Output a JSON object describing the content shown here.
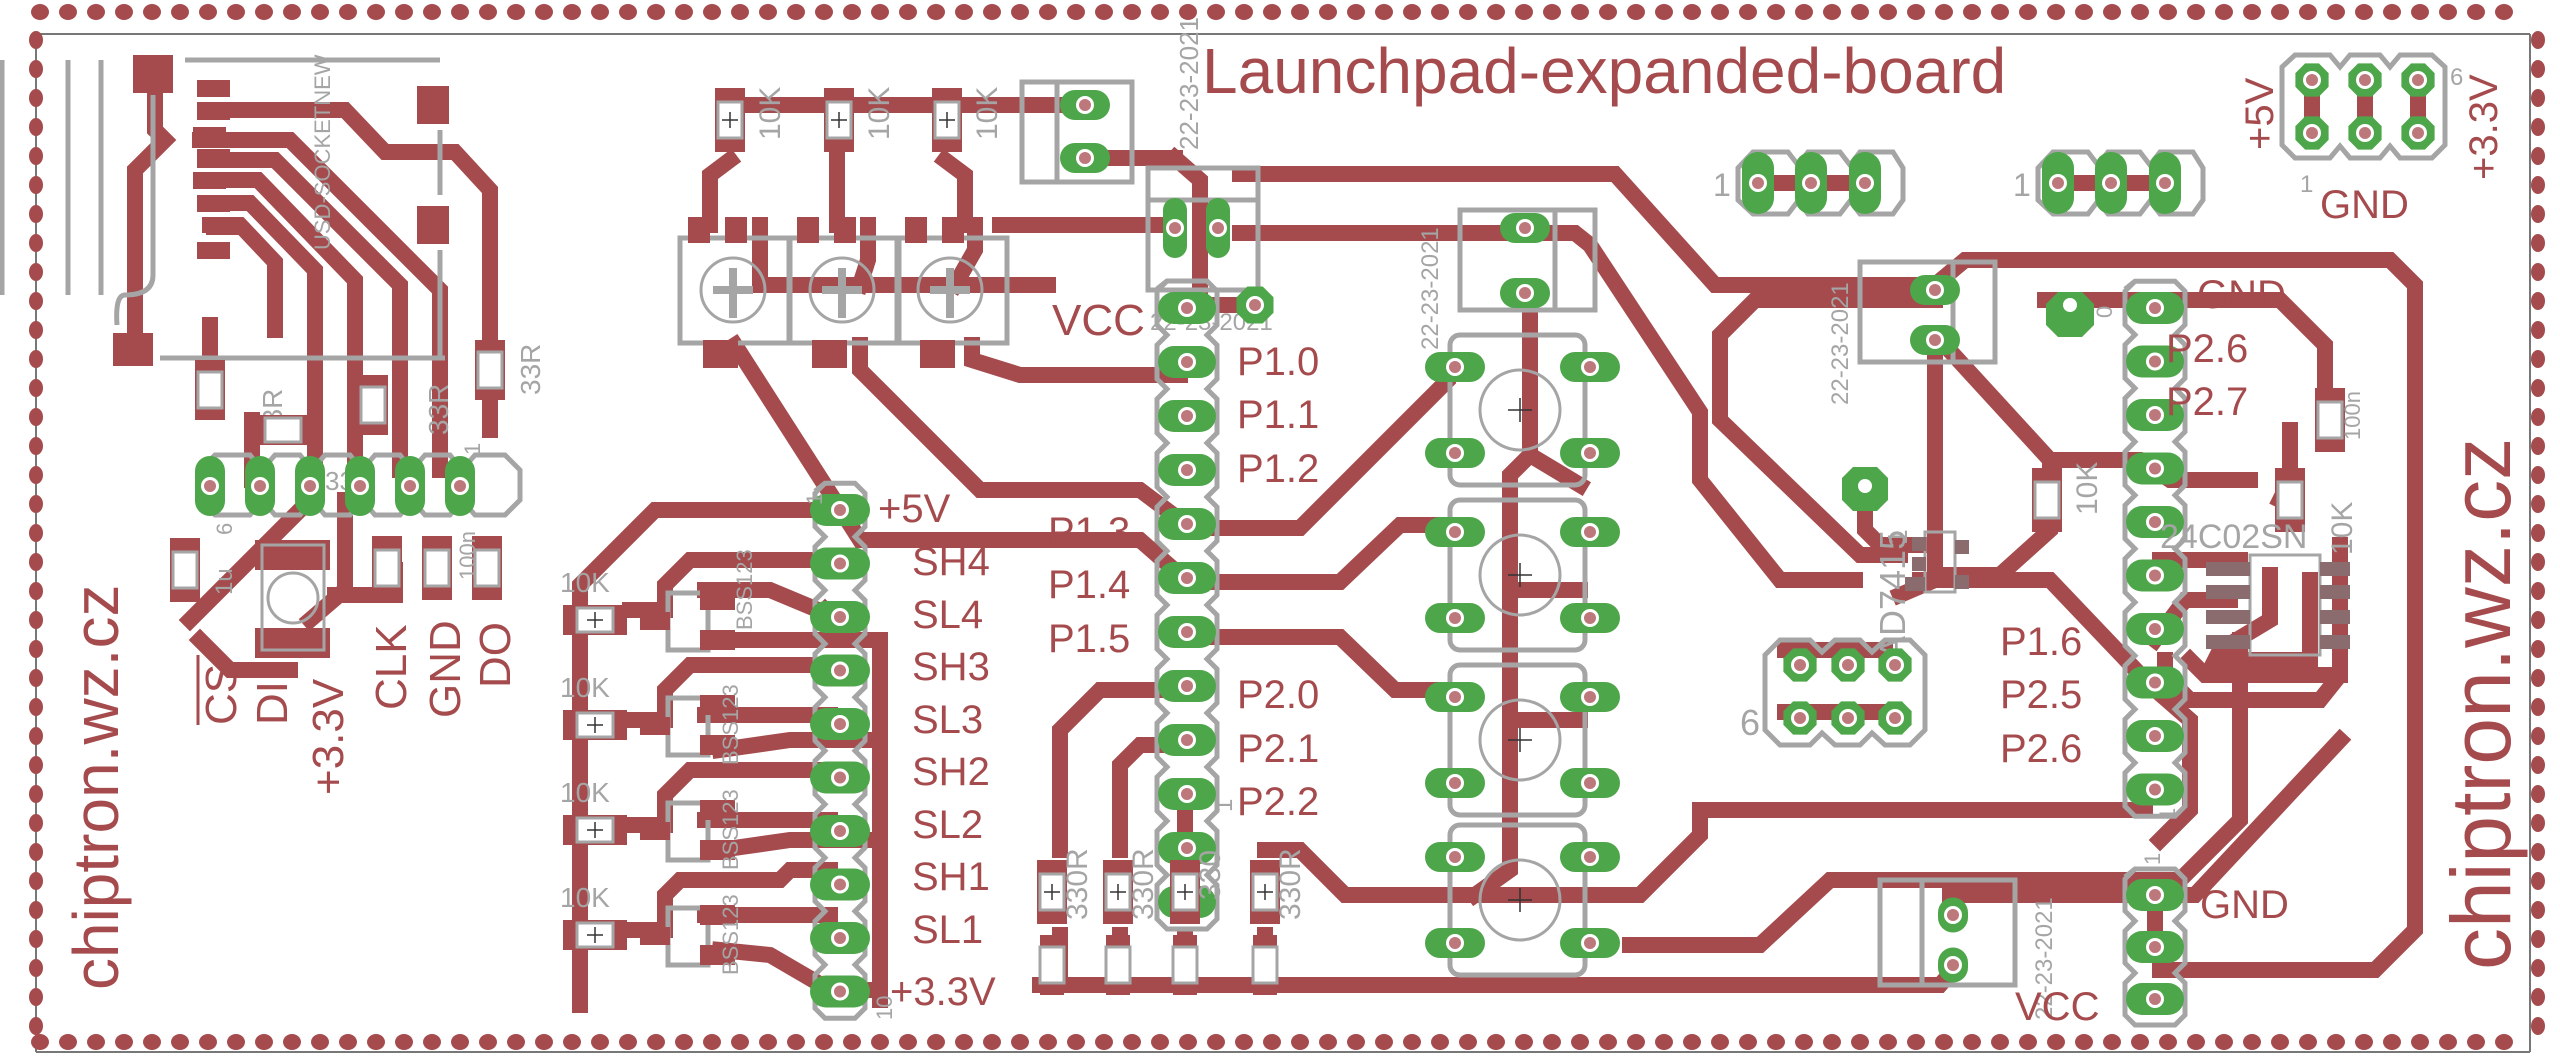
{
  "board": {
    "title": "Launchpad-expanded-board",
    "brand_left": "chiptron.wz.cz",
    "brand_right": "chiptron.wz.cz",
    "date_stamp": "22-23-2021",
    "colors": {
      "copper": "#a54b4d",
      "pad": "#4ea64a",
      "silkscreen": "#a5a5a5",
      "background": "#ffffff"
    }
  },
  "sd_module": {
    "socket_name": "USD-SOCKETNEW",
    "resistors": [
      "33R",
      "33R",
      "33R",
      "33R"
    ],
    "cap_1u": "1u",
    "cap_100n": "100n",
    "pin_labels": [
      "CS",
      "DI",
      "+3.3V",
      "CLK",
      "GND",
      "DO"
    ],
    "header_pin1": "1",
    "header_pin6": "6"
  },
  "pots": {
    "resistors": [
      "10K",
      "10K",
      "10K"
    ],
    "vcc_label": "VCC"
  },
  "launchpad_left_header": {
    "left_labels": [
      "P1.3",
      "P1.4",
      "P1.5"
    ],
    "right_labels": [
      "P1.0",
      "P1.1",
      "P1.2",
      "P2.0",
      "P2.1",
      "P2.2"
    ],
    "pin1": "1"
  },
  "sensor_header": {
    "labels": [
      "+5V",
      "SH4",
      "SL4",
      "SH3",
      "SL3",
      "SH2",
      "SL2",
      "SH1",
      "SL1",
      "+3.3V"
    ],
    "resistors": [
      "10K",
      "10K",
      "10K",
      "10K"
    ],
    "transistor": "BSS123",
    "pin1": "1",
    "pin10": "10"
  },
  "led_resistors": [
    "330R",
    "330R",
    "330",
    "330R"
  ],
  "launchpad_right_header": {
    "labels_top": [
      "GND",
      "P2.6",
      "P2.7"
    ],
    "labels_mid": [
      "P1.6",
      "P2.5",
      "P2.6"
    ],
    "labels_bottom": [
      "GND",
      "VCC"
    ],
    "pin1": "1"
  },
  "power_header": {
    "left_label": "+5V",
    "right_label": "+3.3V",
    "bottom_label": "GND",
    "pin1": "1",
    "pin6": "6"
  },
  "jumpers": [
    {
      "pin1": "1"
    },
    {
      "pin1": "1"
    }
  ],
  "dac": {
    "chip": "AD7415",
    "pin1": "1",
    "header_pin6": "6",
    "resistor_10k": "10K",
    "resistor_10k_b": "10K",
    "cap_100n": "100n"
  },
  "eeprom": {
    "chip": "24C02SN",
    "cap": "0"
  }
}
